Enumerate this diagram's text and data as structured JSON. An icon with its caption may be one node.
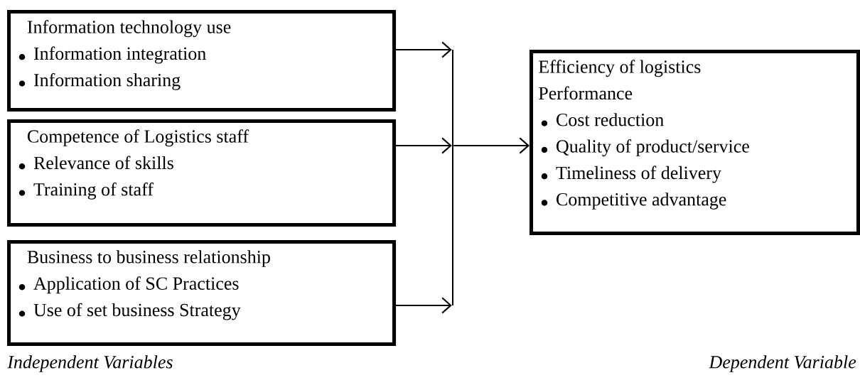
{
  "diagram": {
    "nodes": [
      {
        "text": [
          "Information technology use",
          "Information integration",
          "Information sharing"
        ]
      },
      {
        "text": [
          "Competence of Logistics staff",
          "Relevance of skills",
          "Training of staff"
        ]
      },
      {
        "text": [
          "Business to business relationship",
          "Application of SC Practices",
          "Use of set business Strategy"
        ]
      },
      {
        "text": [],
        "shape": "bar"
      },
      {
        "text": [
          "Efficiency of logistics Performance",
          "Cost reduction",
          "Quality of product/service",
          "Timeliness of delivery",
          "Competitive advantage"
        ]
      }
    ],
    "edges": [
      {
        "from": 0,
        "to": 3,
        "arrow": "to"
      },
      {
        "from": 1,
        "to": 3,
        "arrow": "to"
      },
      {
        "from": 2,
        "to": 3,
        "arrow": "to"
      },
      {
        "from": 3,
        "to": 4,
        "arrow": "to"
      }
    ],
    "labels": [
      "Independent Variables",
      "Dependent Variable"
    ]
  }
}
